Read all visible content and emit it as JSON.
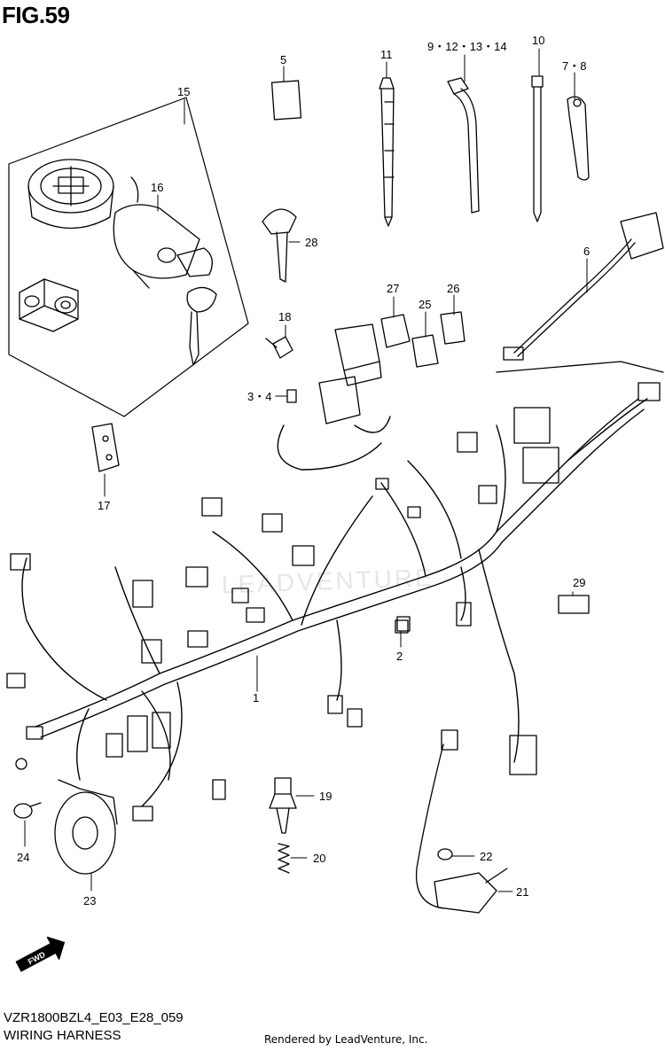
{
  "figure": {
    "title": "FIG.59",
    "model_code": "VZR1800BZL4_E03_E28_059",
    "name": "WIRING HARNESS",
    "rendered_by": "Rendered by LeadVenture, Inc.",
    "watermark": "LEADVENTURE"
  },
  "fwd_label": "FWD",
  "callouts": [
    {
      "id": "c1",
      "text": "1"
    },
    {
      "id": "c2",
      "text": "2"
    },
    {
      "id": "c34",
      "text": "3・4"
    },
    {
      "id": "c5",
      "text": "5"
    },
    {
      "id": "c6",
      "text": "6"
    },
    {
      "id": "c78",
      "text": "7・8"
    },
    {
      "id": "c9",
      "text": "9・12・13・14"
    },
    {
      "id": "c10",
      "text": "10"
    },
    {
      "id": "c11",
      "text": "11"
    },
    {
      "id": "c15",
      "text": "15"
    },
    {
      "id": "c16",
      "text": "16"
    },
    {
      "id": "c17",
      "text": "17"
    },
    {
      "id": "c18",
      "text": "18"
    },
    {
      "id": "c19",
      "text": "19"
    },
    {
      "id": "c20",
      "text": "20"
    },
    {
      "id": "c21",
      "text": "21"
    },
    {
      "id": "c22",
      "text": "22"
    },
    {
      "id": "c23",
      "text": "23"
    },
    {
      "id": "c24",
      "text": "24"
    },
    {
      "id": "c25",
      "text": "25"
    },
    {
      "id": "c26",
      "text": "26"
    },
    {
      "id": "c27",
      "text": "27"
    },
    {
      "id": "c28",
      "text": "28"
    },
    {
      "id": "c29",
      "text": "29"
    }
  ]
}
